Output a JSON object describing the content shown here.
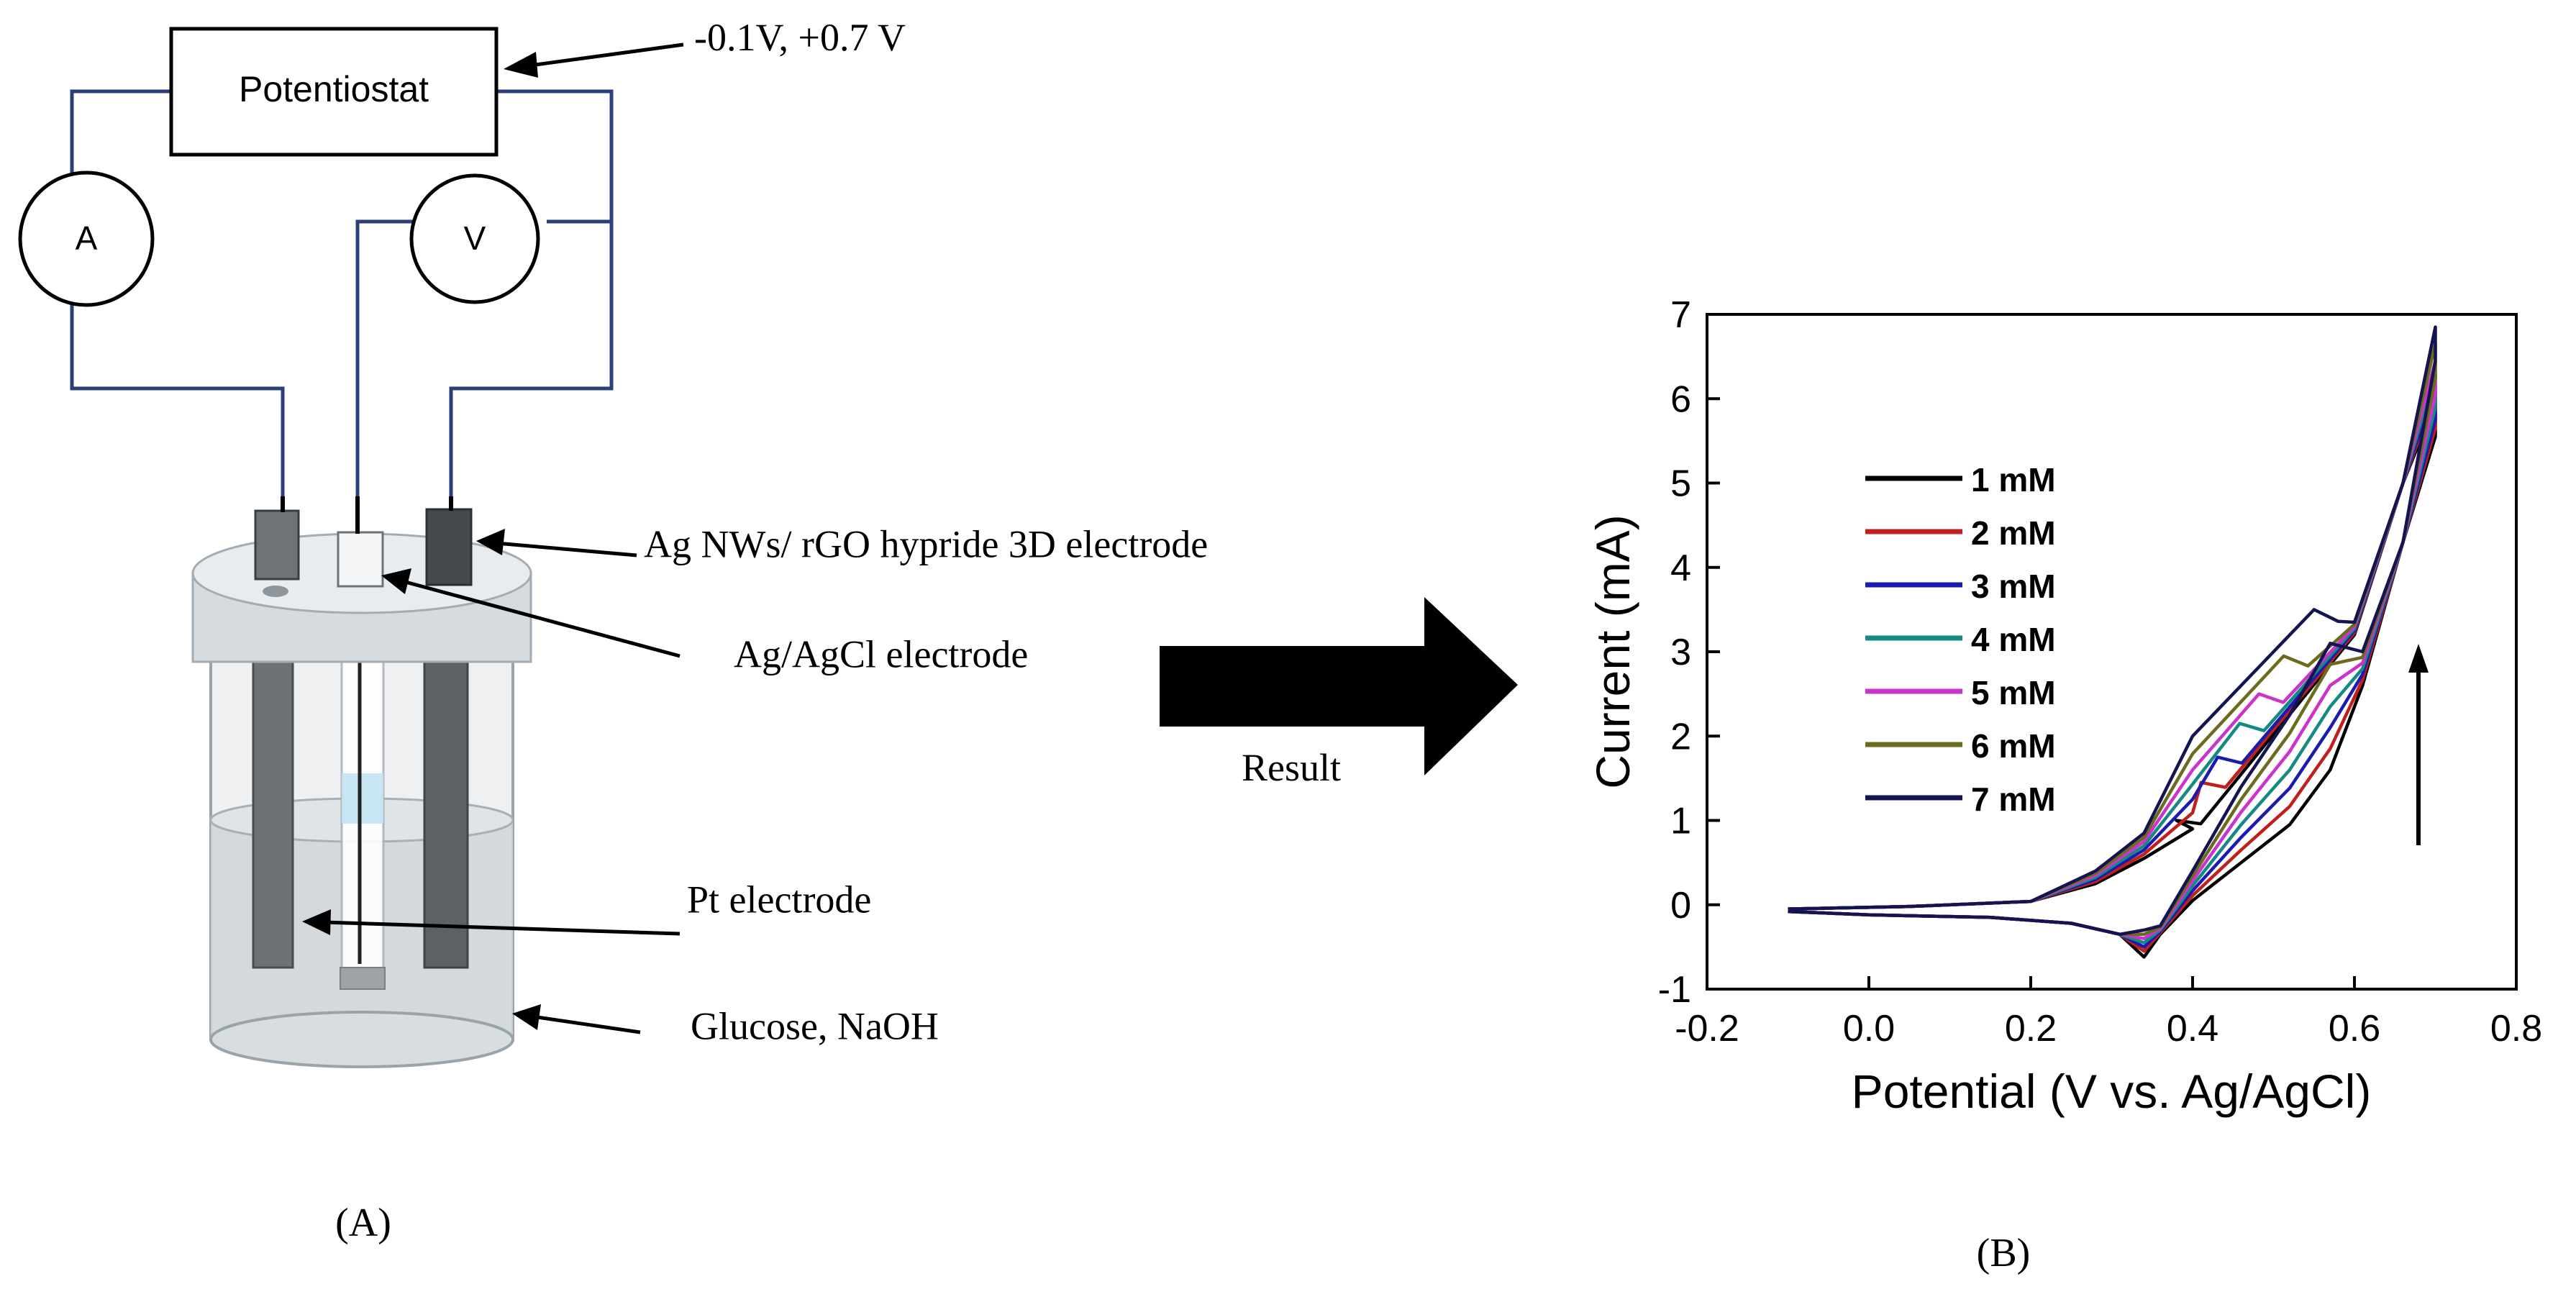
{
  "diagram": {
    "potentiostat_label": "Potentiostat",
    "voltage_range": "-0.1V, +0.7 V",
    "ammeter_label": "A",
    "voltmeter_label": "V",
    "working_electrode_label": "Ag NWs/ rGO hypride 3D electrode",
    "reference_electrode_label": "Ag/AgCl electrode",
    "counter_electrode_label": "Pt electrode",
    "solution_label": "Glucose, NaOH",
    "arrow_label": "Result",
    "panel_a_label": "(A)",
    "panel_b_label": "(B)"
  },
  "chart_data": {
    "type": "line",
    "title": "",
    "xlabel": "Potential (V vs. Ag/AgCl)",
    "ylabel": "Current (mA)",
    "xlim": [
      -0.2,
      0.8
    ],
    "ylim": [
      -1,
      7
    ],
    "xticks": [
      "-0.2",
      "0.0",
      "0.2",
      "0.4",
      "0.6",
      "0.8"
    ],
    "yticks": [
      "-1",
      "0",
      "1",
      "2",
      "3",
      "4",
      "5",
      "6",
      "7"
    ],
    "grid": false,
    "legend_position": "upper-left",
    "annotation": "upward arrow indicating increasing glucose concentration",
    "series": [
      {
        "name": "1 mM",
        "color": "#000000",
        "peak": 1.0,
        "end": 5.95,
        "cathodic": -0.62
      },
      {
        "name": "2 mM",
        "color": "#c0201c",
        "peak": 1.45,
        "end": 6.05,
        "cathodic": -0.55
      },
      {
        "name": "3 mM",
        "color": "#1b1bb0",
        "peak": 1.75,
        "end": 6.15,
        "cathodic": -0.5
      },
      {
        "name": "4 mM",
        "color": "#148a82",
        "peak": 2.15,
        "end": 6.3,
        "cathodic": -0.45
      },
      {
        "name": "5 mM",
        "color": "#cc33cc",
        "peak": 2.5,
        "end": 6.45,
        "cathodic": -0.4
      },
      {
        "name": "6 mM",
        "color": "#6b6b1e",
        "peak": 2.95,
        "end": 6.65,
        "cathodic": -0.35
      },
      {
        "name": "7 mM",
        "color": "#141450",
        "peak": 3.5,
        "end": 6.85,
        "cathodic": -0.3
      }
    ]
  }
}
